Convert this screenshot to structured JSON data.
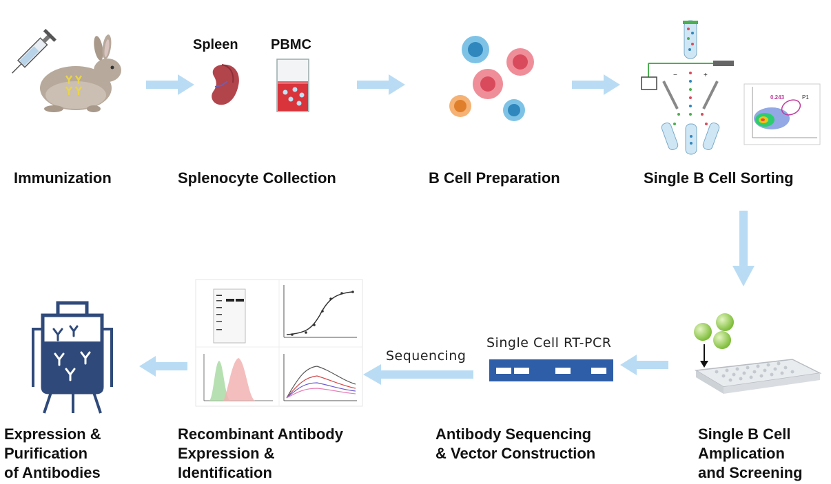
{
  "stages": {
    "immunization": "Immunization",
    "splenocyte": "Splenocyte Collection",
    "bcell_prep": "B Cell Preparation",
    "sorting": "Single B Cell Sorting",
    "amplification": [
      "Single B Cell",
      "Amplication",
      "and Screening"
    ],
    "sequencing_stage": [
      "Antibody Sequencing",
      "& Vector Construction"
    ],
    "recombinant": [
      "Recombinant Antibody",
      "Expression &",
      "Identification"
    ],
    "purification": [
      "Expression &",
      "Purification",
      "of Antibodies"
    ]
  },
  "labels": {
    "spleen": "Spleen",
    "pbmc": "PBMC",
    "rt_pcr": "Single Cell RT-PCR",
    "sequencing": "Sequencing",
    "facs_value": "0.243",
    "facs_gate": "P1"
  },
  "colors": {
    "arrow": "#b9dcf4",
    "dark_blue": "#2f4a7a",
    "gel_blue": "#2f5ea8"
  }
}
